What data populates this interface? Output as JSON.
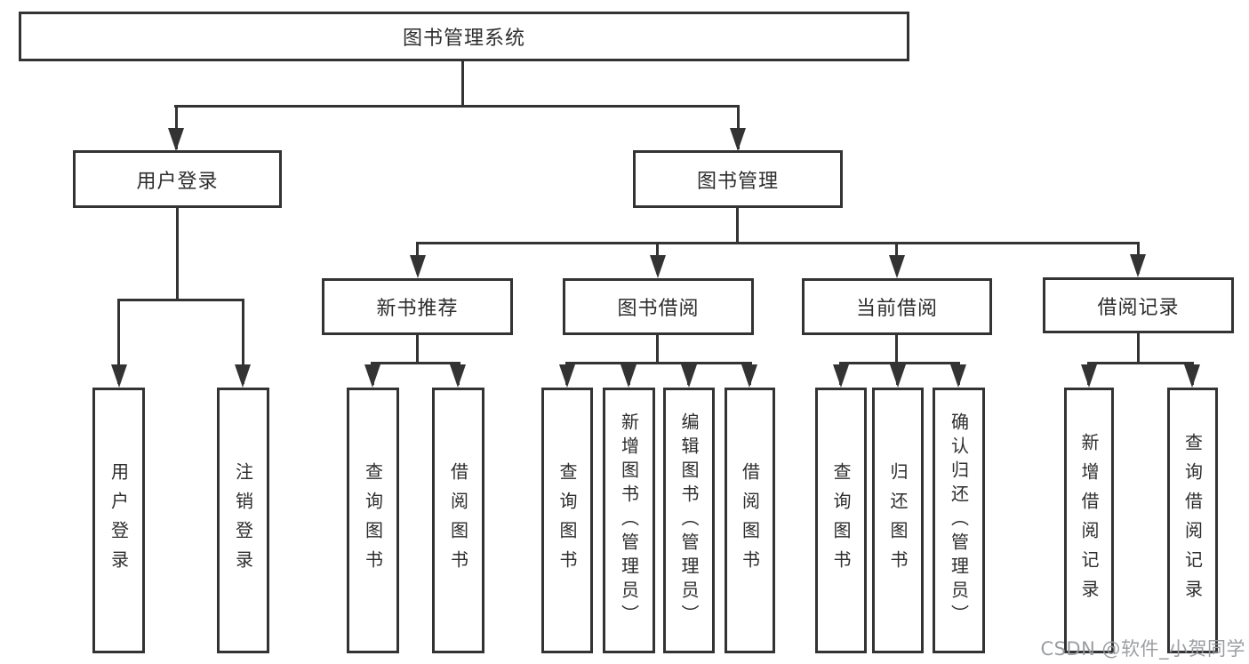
{
  "colors": {
    "line": "#333333",
    "box_border": "#333333",
    "text": "#2d2d2d",
    "watermark": "#96999c",
    "background": "#ffffff"
  },
  "tree": {
    "root": {
      "label": "图书管理系统"
    },
    "branches": [
      {
        "label": "用户登录",
        "children": [
          {
            "label": "用户登录"
          },
          {
            "label": "注销登录"
          }
        ]
      },
      {
        "label": "图书管理",
        "children": [
          {
            "label": "新书推荐",
            "children": [
              {
                "label": "查询图书"
              },
              {
                "label": "借阅图书"
              }
            ]
          },
          {
            "label": "图书借阅",
            "children": [
              {
                "label": "查询图书"
              },
              {
                "label": "新增图书（管理员）"
              },
              {
                "label": "编辑图书（管理员）"
              },
              {
                "label": "借阅图书"
              }
            ]
          },
          {
            "label": "当前借阅",
            "children": [
              {
                "label": "查询图书"
              },
              {
                "label": "归还图书"
              },
              {
                "label": "确认归还（管理员）"
              }
            ]
          },
          {
            "label": "借阅记录",
            "children": [
              {
                "label": "新增借阅记录"
              },
              {
                "label": "查询借阅记录"
              }
            ]
          }
        ]
      }
    ]
  },
  "watermark": {
    "text": "CSDN @软件_小贺同学"
  }
}
